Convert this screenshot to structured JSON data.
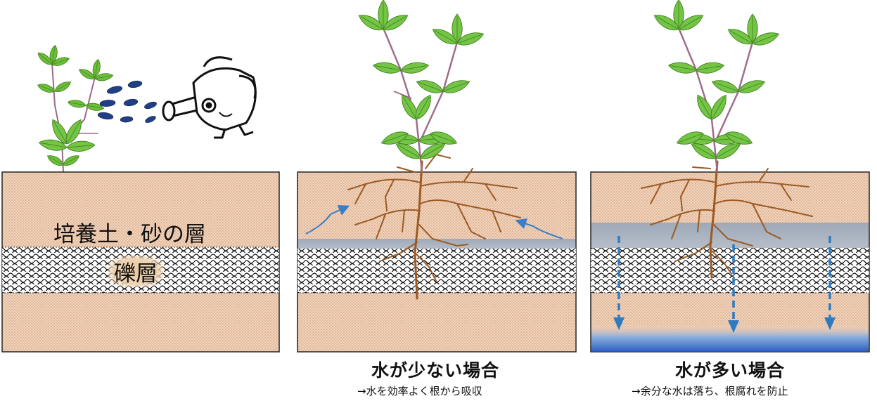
{
  "panels": [
    {
      "id": "structure",
      "labels": {
        "soil_layer": "培養土・砂の層",
        "gravel_layer": "礫層"
      }
    },
    {
      "id": "little-water",
      "title": "水が少ない場合",
      "subtitle": "→水を効率よく根から吸収"
    },
    {
      "id": "much-water",
      "title": "水が多い場合",
      "subtitle": "→余分な水は落ち、根腐れを防止"
    }
  ],
  "colors": {
    "soil": "#f6d3b8",
    "gravel_bg": "#ffffff",
    "water_band": "#a6b2c2",
    "drain_arrow": "#2f7bc2",
    "root": "#9c5a23",
    "leaf": "#6dbe3a",
    "border": "#222222"
  },
  "icons": [
    "watering-can-icon",
    "water-drop-icon",
    "plant-icon",
    "root-system-icon"
  ]
}
